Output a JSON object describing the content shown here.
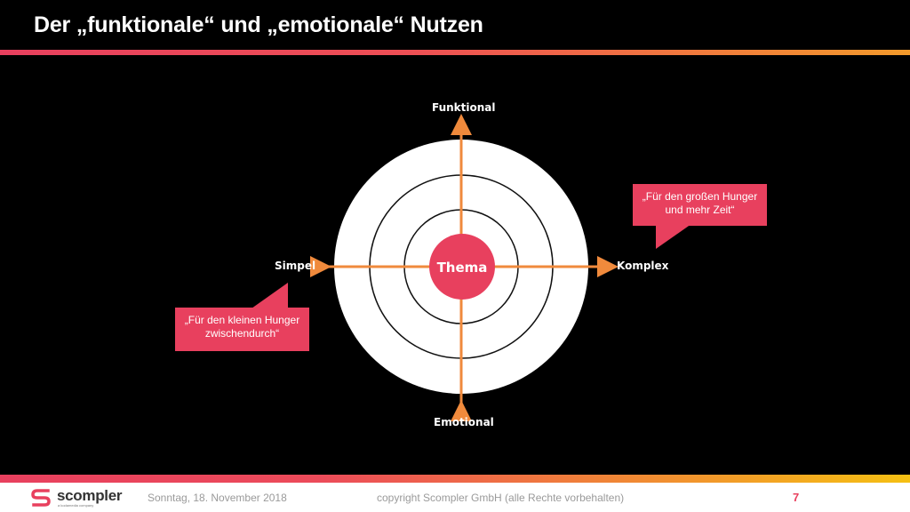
{
  "slide": {
    "title": "Der „funktionale“ und „emotionale“ Nutzen"
  },
  "diagram": {
    "center_label": "Thema",
    "axis_top": "Funktional",
    "axis_bottom": "Emotional",
    "axis_left": "Simpel",
    "axis_right": "Komplex",
    "bubble_right": {
      "line1": "„Für den großen Hunger",
      "line2": "und mehr Zeit“"
    },
    "bubble_left": {
      "line1": "„Für den kleinen Hunger",
      "line2": "zwischendurch“"
    },
    "colors": {
      "accent": "#e8405e",
      "arrow": "#f08a3c",
      "background": "#000000",
      "circle": "#ffffff"
    }
  },
  "footer": {
    "logo_text": "scompler",
    "logo_sub": "a kodamedia company",
    "date": "Sonntag, 18. November 2018",
    "copyright": "copyright Scompler GmbH (alle Rechte vorbehalten)",
    "page_number": "7"
  }
}
